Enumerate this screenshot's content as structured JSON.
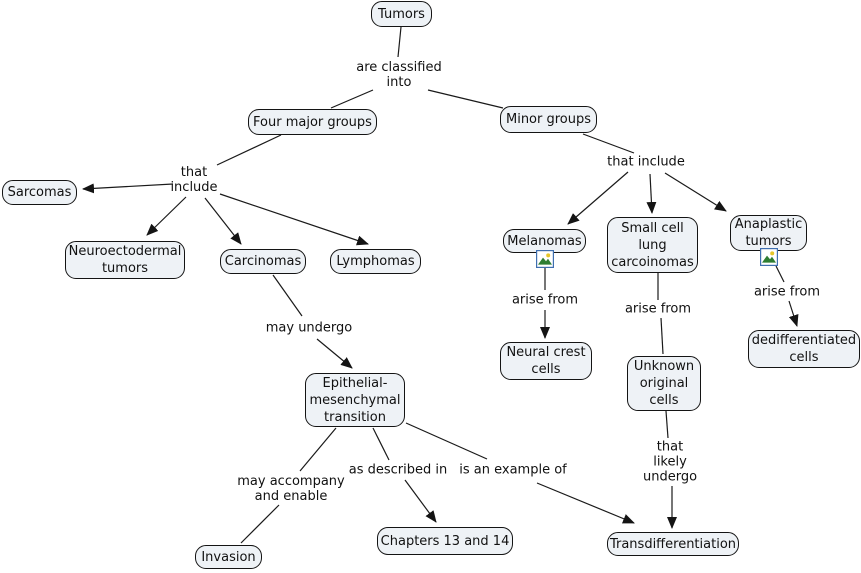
{
  "colors": {
    "background": "#ffffff",
    "node_fill": "#eef2f6",
    "node_border": "#141414",
    "connector": "#1a1a1a",
    "text": "#111111",
    "icon_frame": "#3f6fb0",
    "icon_mountain": "#2e7d32",
    "icon_sun": "#e6c629"
  },
  "nodes": {
    "tumors": {
      "label": "Tumors"
    },
    "four_major_groups": {
      "label": "Four major groups"
    },
    "minor_groups": {
      "label": "Minor groups"
    },
    "sarcomas": {
      "label": "Sarcomas"
    },
    "neuroectodermal": {
      "label": "Neuroectodermal\ntumors"
    },
    "carcinomas": {
      "label": "Carcinomas"
    },
    "lymphomas": {
      "label": "Lymphomas"
    },
    "melanomas": {
      "label": "Melanomas"
    },
    "small_cell": {
      "label": "Small cell\nlung\ncarcoinomas"
    },
    "anaplastic": {
      "label": "Anaplastic\ntumors"
    },
    "neural_crest": {
      "label": "Neural crest\ncells"
    },
    "unknown_original": {
      "label": "Unknown\noriginal\ncells"
    },
    "dedifferentiated": {
      "label": "dedifferentiated\ncells"
    },
    "emt": {
      "label": "Epithelial-\nmesenchymal\ntransition"
    },
    "invasion": {
      "label": "Invasion"
    },
    "chapters": {
      "label": "Chapters 13 and 14"
    },
    "transdifferentiation": {
      "label": "Transdifferentiation"
    }
  },
  "phrases": {
    "classified": {
      "text": "are classified\ninto"
    },
    "include_left": {
      "text": "that\ninclude"
    },
    "include_right": {
      "text": "that include"
    },
    "may_undergo": {
      "text": "may undergo"
    },
    "arise_melanomas": {
      "text": "arise from"
    },
    "arise_smallcell": {
      "text": "arise from"
    },
    "arise_anaplastic": {
      "text": "arise from"
    },
    "accompany": {
      "text": "may accompany\nand enable"
    },
    "described": {
      "text": "as described in"
    },
    "example": {
      "text": "is an example of"
    },
    "likely": {
      "text": "that\nlikely\nundergo"
    }
  },
  "icons": {
    "resource_icon_name": "image-icon"
  }
}
